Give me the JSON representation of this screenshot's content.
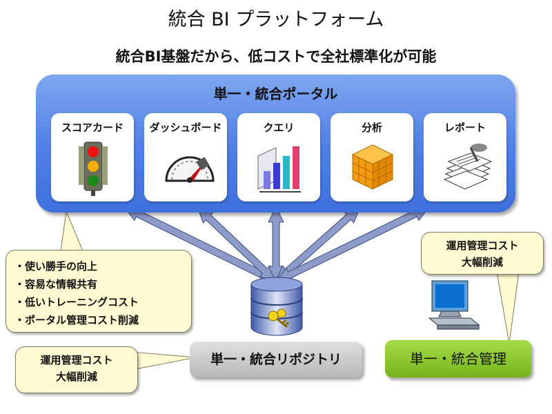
{
  "title": "統合 BI プラットフォーム",
  "subtitle": "統合BI基盤だから、低コストで全社標準化が可能",
  "portal": {
    "title": "単一・統合ポータル",
    "items": [
      {
        "label": "スコアカード",
        "icon": "traffic-light-icon"
      },
      {
        "label": "ダッシュボード",
        "icon": "gauge-icon"
      },
      {
        "label": "クエリ",
        "icon": "bar-chart-icon"
      },
      {
        "label": "分析",
        "icon": "cube-icon"
      },
      {
        "label": "レポート",
        "icon": "documents-icon"
      }
    ]
  },
  "user_benefits": {
    "items": [
      "使い勝手の向上",
      "容易な情報共有",
      "低いトレーニングコスト",
      "ポータル管理コスト削減"
    ]
  },
  "repository": {
    "label": "単一・統合リポジトリ",
    "icon": "database-key-icon",
    "callout": {
      "line1": "運用管理コスト",
      "line2": "大幅削減"
    }
  },
  "management": {
    "label": "単一・統合管理",
    "icon": "computer-icon",
    "callout": {
      "line1": "運用管理コスト",
      "line2": "大幅削減"
    }
  },
  "colors": {
    "portal": "#4f7fe6",
    "callout": "#fffbd2",
    "repository_box": "#c8c8c8",
    "management_box": "#8cc832",
    "arrow": "#6e7fb4"
  }
}
